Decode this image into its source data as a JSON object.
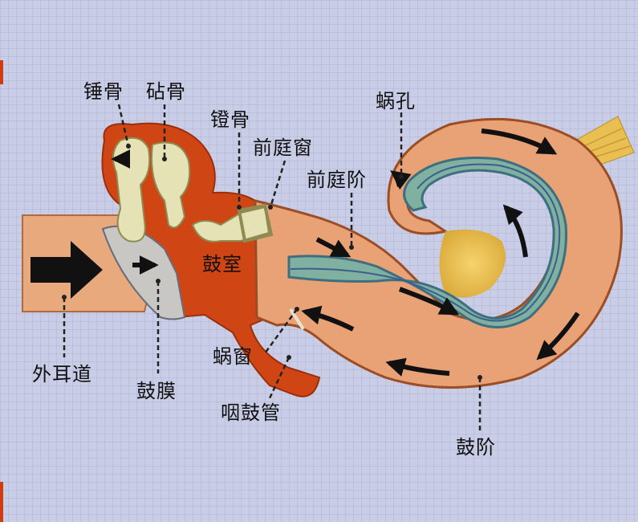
{
  "labels": {
    "malleus": "锤骨",
    "incus": "砧骨",
    "stapes": "镫骨",
    "oval_window": "前庭窗",
    "scala_vestibuli": "前庭阶",
    "helicotrema": "蜗孔",
    "tympanic_cavity": "鼓室",
    "ear_canal": "外耳道",
    "eardrum": "鼓膜",
    "round_window": "蜗窗",
    "eustachian_tube": "咽鼓管",
    "scala_tympani": "鼓阶"
  },
  "colors": {
    "background": "#c9cde6",
    "middle_ear": "#cf4614",
    "cochlea_duct": "#e9a176",
    "basilar_green": "#7fb0a0",
    "bone": "#e5e2b6",
    "nerve": "#e8c04a",
    "arrow": "#111111"
  }
}
